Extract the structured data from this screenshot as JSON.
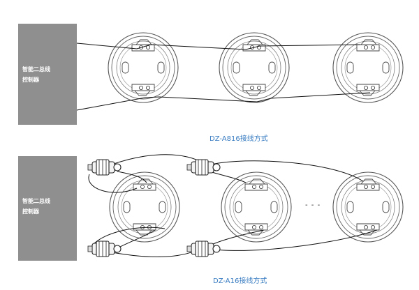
{
  "diagrams": [
    {
      "controller_label_line1": "智能二总线",
      "controller_label_line2": "控制器",
      "caption": "DZ-A816接线方式"
    },
    {
      "controller_label_line1": "智能二总线",
      "controller_label_line2": "控制器",
      "caption": "DZ-A16接线方式",
      "continuation_mark": "- - -"
    }
  ],
  "colors": {
    "controller_fill": "#8f8f8f",
    "caption": "#3a7dc2",
    "wire": "#111111",
    "base_outline": "#444444"
  }
}
